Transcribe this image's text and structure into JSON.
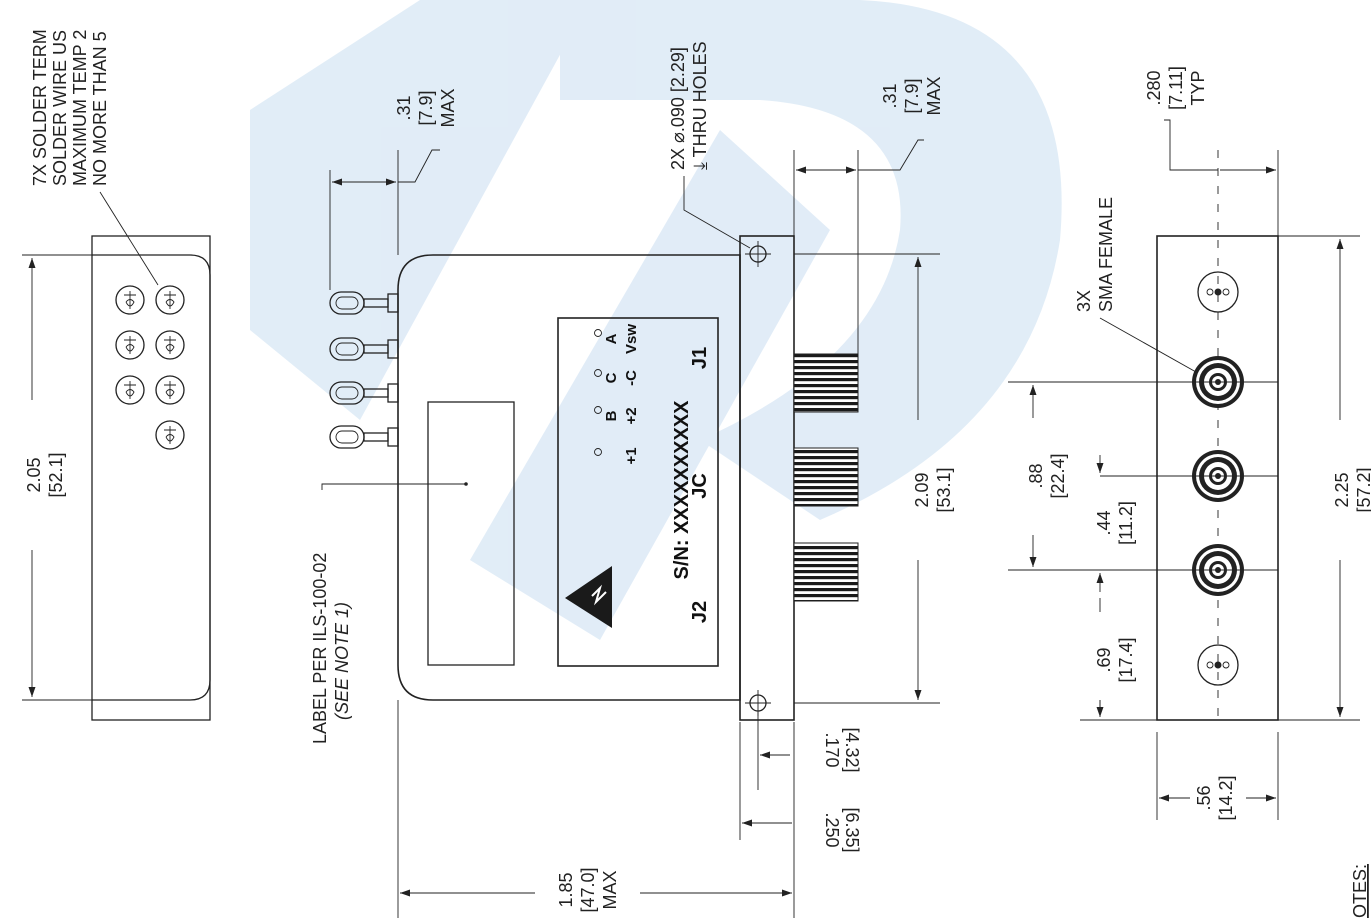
{
  "watermark": {
    "color": "#c9def1"
  },
  "note_top_left": {
    "lines": [
      "7X SOLDER TERM",
      "SOLDER WIRE US",
      "MAXIMUM TEMP 2",
      "NO MORE THAN 5"
    ]
  },
  "left_view": {
    "height_dim": {
      "in": "2.05",
      "mm": "[52.1]"
    }
  },
  "front_view": {
    "terminal_max": {
      "in": ".31",
      "mm": "[7.9]",
      "note": "MAX"
    },
    "holes": {
      "line1": "2X ⌀.090 [2.29]",
      "line2": "⤓ THRU HOLES"
    },
    "connector_max": {
      "in": ".31",
      "mm": "[7.9]",
      "note": "MAX"
    },
    "label_note": {
      "line1": "LABEL PER ILS-100-02",
      "line2": "(SEE NOTE 1)"
    },
    "width_dim": {
      "in": "1.85",
      "mm": "[47.0]",
      "note": "MAX"
    },
    "height_dim": {
      "in": "2.09",
      "mm": "[53.1]"
    },
    "flange_dim_a": {
      "in": ".170",
      "mm": "[4.32]"
    },
    "flange_dim_b": {
      "in": ".250",
      "mm": "[6.35]"
    },
    "label": {
      "serial": "S/N: XXXXXXXXXX",
      "model": "JC",
      "port_j1": "J1",
      "port_j2": "J2",
      "pads_top": [
        "A",
        "C",
        "B"
      ],
      "pads_bottom": [
        "Vsw",
        "-C",
        "+2",
        "+1"
      ]
    }
  },
  "right_view": {
    "typ_dim": {
      "in": ".280",
      "mm": "[7.11]",
      "note": "TYP"
    },
    "sma_note": {
      "line1": "3X",
      "line2": "SMA FEMALE"
    },
    "dim_088": {
      "in": ".88",
      "mm": "[22.4]"
    },
    "dim_044": {
      "in": ".44",
      "mm": "[11.2]"
    },
    "dim_069": {
      "in": ".69",
      "mm": "[17.4]"
    },
    "dim_225": {
      "in": "2.25",
      "mm": "[57.2]"
    },
    "dim_056": {
      "in": ".56",
      "mm": "[14.2]"
    }
  },
  "notes_header": "OTES:"
}
